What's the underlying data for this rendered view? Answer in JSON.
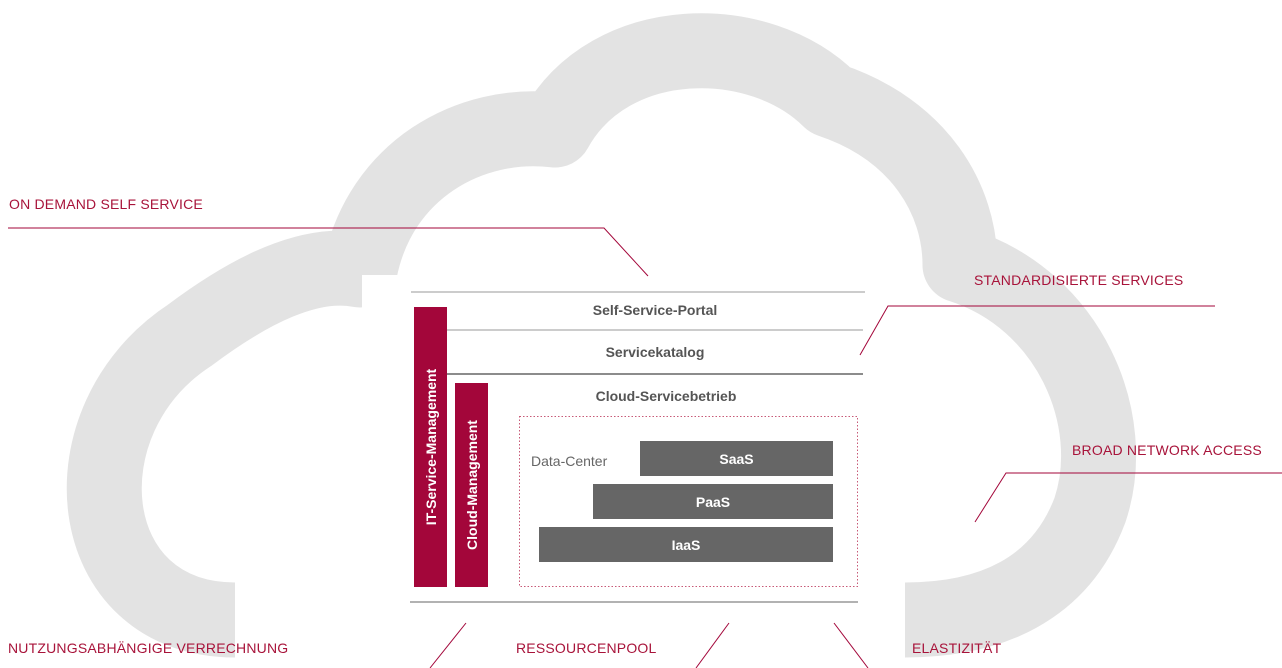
{
  "callouts": {
    "on_demand": "ON DEMAND SELF SERVICE",
    "standardized": "STANDARDISIERTE SERVICES",
    "broad_network": "BROAD NETWORK ACCESS",
    "billing": "NUTZUNGSABHÄNGIGE VERRECHNUNG",
    "pool": "RESSOURCENPOOL",
    "elasticity": "ELASTIZITÄT"
  },
  "layers": {
    "portal": "Self-Service-Portal",
    "catalog": "Servicekatalog",
    "operation": "Cloud-Servicebetrieb"
  },
  "bars": {
    "itsm": "IT-Service-Management",
    "cloud_mgmt": "Cloud-Management"
  },
  "datacenter": {
    "label": "Data-Center",
    "saas": "SaaS",
    "paas": "PaaS",
    "iaas": "IaaS"
  },
  "colors": {
    "accent": "#a3063a",
    "cloud": "#e3e3e3",
    "service_box": "#666666",
    "rule": "#999999"
  }
}
